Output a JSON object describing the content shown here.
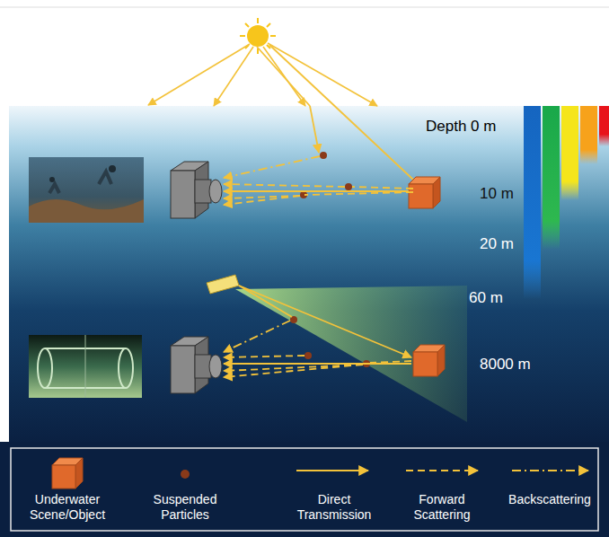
{
  "diagram": {
    "labels": [
      "Depth 0 m",
      "10 m",
      "20 m",
      "60 m",
      "8000 m"
    ],
    "legend": [
      {
        "text": "Underwater Scene/Object"
      },
      {
        "text": "Suspended Particles"
      },
      {
        "text": "Direct Transmission"
      },
      {
        "text": "Forward Scattering"
      },
      {
        "text": "Backscattering"
      }
    ]
  }
}
